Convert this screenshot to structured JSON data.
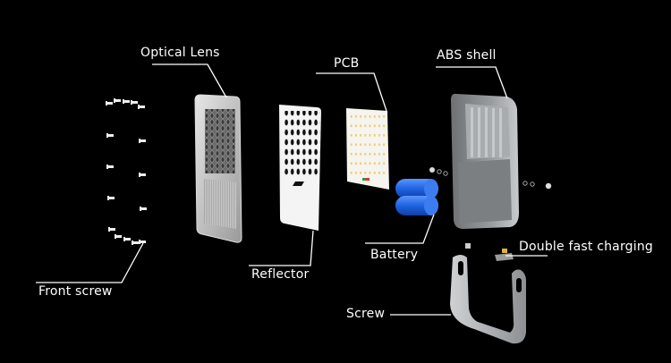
{
  "diagram": {
    "title": "Exploded view of solar flood light components",
    "background_color": "#000000",
    "label_color": "#ffffff",
    "labels": {
      "optical_lens": "Optical Lens",
      "pcb": "PCB",
      "abs_shell": "ABS shell",
      "front_screw": "Front screw",
      "reflector": "Reflector",
      "battery": "Battery",
      "double_fast_charging": "Double fast charging",
      "screw": "Screw"
    },
    "colors": {
      "battery": "#2a6fe0",
      "led": "#f2c76a",
      "shell": "#8a8d90",
      "bracket": "#b8babc",
      "reflector": "#f4f4f4"
    }
  }
}
